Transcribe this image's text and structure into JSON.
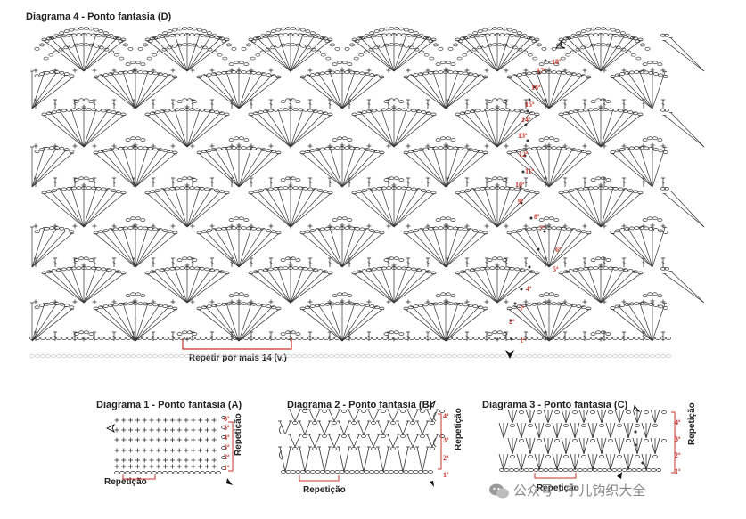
{
  "diagram4": {
    "title": "Diagrama 4 - Ponto fantasia (D)",
    "repeat_label": "Repetir por mais 14 (v.)",
    "row_labels": [
      "1ª",
      "2ª",
      "3ª",
      "4ª",
      "5ª",
      "6ª",
      "7ª",
      "8ª",
      "9ª",
      "10ª",
      "11ª",
      "12ª",
      "13ª",
      "14ª",
      "15ª",
      "16ª",
      "17ª",
      "18ª"
    ]
  },
  "diagram1": {
    "title": "Diagrama 1 - Ponto fantasia (A)",
    "repeat_label": "Repetição",
    "vertical_label": "Repetição",
    "row_labels": [
      "1ª",
      "2ª",
      "3ª",
      "4ª",
      "5ª",
      "6ª"
    ]
  },
  "diagram2": {
    "title": "Diagrama 2 - Ponto fantasia (B)",
    "repeat_label": "Repetição",
    "vertical_label": "Repetição",
    "row_labels": [
      "1ª",
      "2ª",
      "3ª",
      "4ª"
    ]
  },
  "diagram3": {
    "title": "Diagrama 3 - Ponto fantasia (C)",
    "repeat_label": "Repetição",
    "vertical_label": "Repetição",
    "row_labels": [
      "1ª",
      "2ª",
      "3ª",
      "4ª"
    ]
  },
  "watermark": {
    "icon": "wechat-icon",
    "text": "公众号 · 宁儿钩织大全"
  },
  "colors": {
    "ink": "#333333",
    "accent": "#c8342a",
    "faint": "#c8c8c8"
  }
}
